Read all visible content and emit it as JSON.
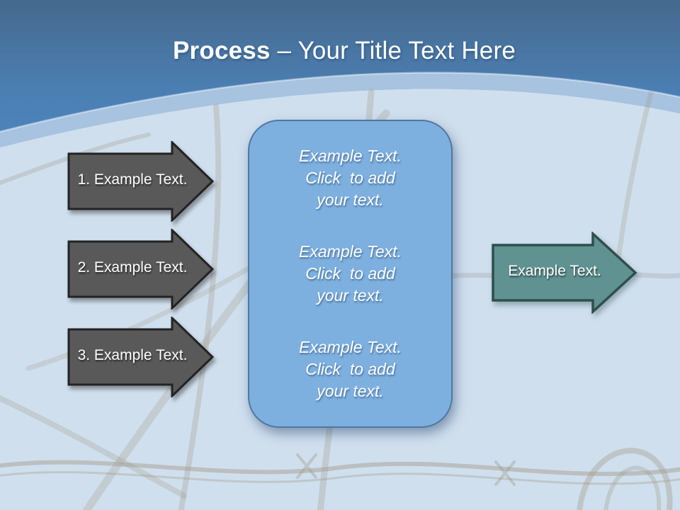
{
  "title": {
    "bold": "Process",
    "regular": " – Your Title Text Here"
  },
  "left_arrows": [
    {
      "label": "1. Example Text."
    },
    {
      "label": "2. Example Text."
    },
    {
      "label": "3. Example Text."
    }
  ],
  "center_box": {
    "blocks": [
      {
        "line1": "Example Text.",
        "line2": "Click  to add",
        "line3": "your text."
      },
      {
        "line1": "Example Text.",
        "line2": "Click  to add",
        "line3": "your text."
      },
      {
        "line1": "Example Text.",
        "line2": "Click  to add",
        "line3": "your text."
      }
    ]
  },
  "right_arrow": {
    "label": "Example Text."
  },
  "colors": {
    "header_top": "#46698d",
    "header_bottom": "#4f88c2",
    "curve_band": "#a7c3e0",
    "content_background": "#cfdfee",
    "gray_arrow_fill": "#595959",
    "gray_arrow_border": "#232323",
    "teal_arrow_fill": "#5f9290",
    "teal_arrow_border": "#2e4f4d",
    "box_fill": "#7dafdf",
    "box_border": "#50789f",
    "text": "#ffffff"
  }
}
